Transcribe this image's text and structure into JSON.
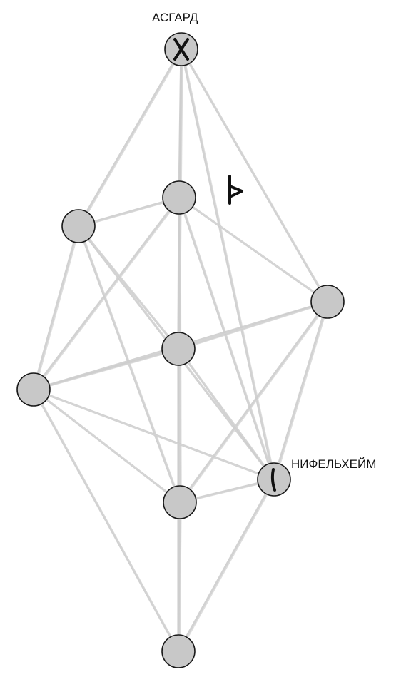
{
  "diagram": {
    "nodes": [
      {
        "id": "n1",
        "label": "АСГАРД",
        "rune": "gebo-icon"
      },
      {
        "id": "n2",
        "label": "",
        "rune": ""
      },
      {
        "id": "n3",
        "label": "",
        "rune": ""
      },
      {
        "id": "n4",
        "label": "",
        "rune": ""
      },
      {
        "id": "n5",
        "label": "",
        "rune": ""
      },
      {
        "id": "n6",
        "label": "",
        "rune": ""
      },
      {
        "id": "n7",
        "label": "",
        "rune": ""
      },
      {
        "id": "n8",
        "label": "НИФЕЛЬХЕЙМ",
        "rune": "isa-icon"
      },
      {
        "id": "n9",
        "label": "",
        "rune": ""
      }
    ],
    "edges": [
      [
        "n1",
        "n3"
      ],
      [
        "n1",
        "n2"
      ],
      [
        "n1",
        "n5"
      ],
      [
        "n1",
        "n4"
      ],
      [
        "n1",
        "n8"
      ],
      [
        "n2",
        "n3"
      ],
      [
        "n2",
        "n4"
      ],
      [
        "n2",
        "n5"
      ],
      [
        "n2",
        "n6"
      ],
      [
        "n2",
        "n7"
      ],
      [
        "n2",
        "n8"
      ],
      [
        "n3",
        "n5"
      ],
      [
        "n3",
        "n6"
      ],
      [
        "n3",
        "n7"
      ],
      [
        "n3",
        "n8"
      ],
      [
        "n4",
        "n5"
      ],
      [
        "n4",
        "n6"
      ],
      [
        "n4",
        "n7"
      ],
      [
        "n4",
        "n8"
      ],
      [
        "n5",
        "n6"
      ],
      [
        "n5",
        "n7"
      ],
      [
        "n5",
        "n8"
      ],
      [
        "n5",
        "n9"
      ],
      [
        "n6",
        "n7"
      ],
      [
        "n6",
        "n9"
      ],
      [
        "n6",
        "n8"
      ],
      [
        "n7",
        "n8"
      ],
      [
        "n7",
        "n9"
      ],
      [
        "n8",
        "n9"
      ]
    ],
    "floating_rune": "thurisaz-icon",
    "colors": {
      "node_fill": "#c8c8c8",
      "node_stroke": "#1a1a1a",
      "edge": "#cdcdcd",
      "rune": "#111111"
    }
  }
}
